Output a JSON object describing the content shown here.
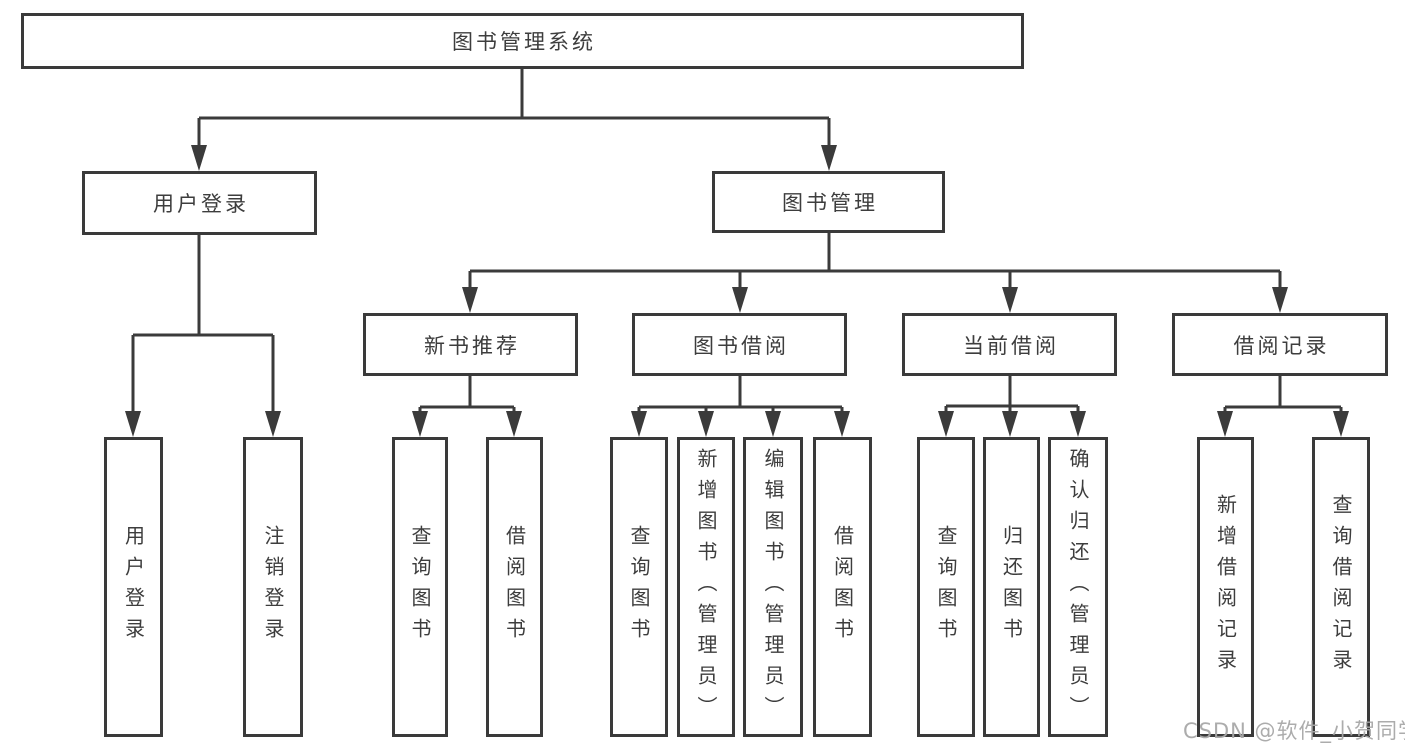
{
  "diagram": {
    "title_node": {
      "label": "图书管理系统"
    },
    "level2": [
      {
        "label": "用户登录",
        "parent": "图书管理系统"
      },
      {
        "label": "图书管理",
        "parent": "图书管理系统"
      }
    ],
    "level3": [
      {
        "label": "新书推荐",
        "parent": "图书管理"
      },
      {
        "label": "图书借阅",
        "parent": "图书管理"
      },
      {
        "label": "当前借阅",
        "parent": "图书管理"
      },
      {
        "label": "借阅记录",
        "parent": "图书管理"
      }
    ],
    "leaves": [
      {
        "label": "用户登录",
        "parent": "用户登录"
      },
      {
        "label": "注销登录",
        "parent": "用户登录"
      },
      {
        "label": "查询图书",
        "parent": "新书推荐"
      },
      {
        "label": "借阅图书",
        "parent": "新书推荐"
      },
      {
        "label": "查询图书",
        "parent": "图书借阅"
      },
      {
        "label": "新增图书（管理员）",
        "parent": "图书借阅"
      },
      {
        "label": "编辑图书（管理员）",
        "parent": "图书借阅"
      },
      {
        "label": "借阅图书",
        "parent": "图书借阅"
      },
      {
        "label": "查询图书",
        "parent": "当前借阅"
      },
      {
        "label": "归还图书",
        "parent": "当前借阅"
      },
      {
        "label": "确认归还（管理员）",
        "parent": "当前借阅"
      },
      {
        "label": "新增借阅记录",
        "parent": "借阅记录"
      },
      {
        "label": "查询借阅记录",
        "parent": "借阅记录"
      }
    ],
    "watermark": "CSDN @软件_小贺同学",
    "colors": {
      "line": "#3b3b3b",
      "border": "#3a3a3a",
      "text": "#3d3d3d",
      "watermark": "#a8a8a8",
      "background": "#ffffff"
    }
  }
}
